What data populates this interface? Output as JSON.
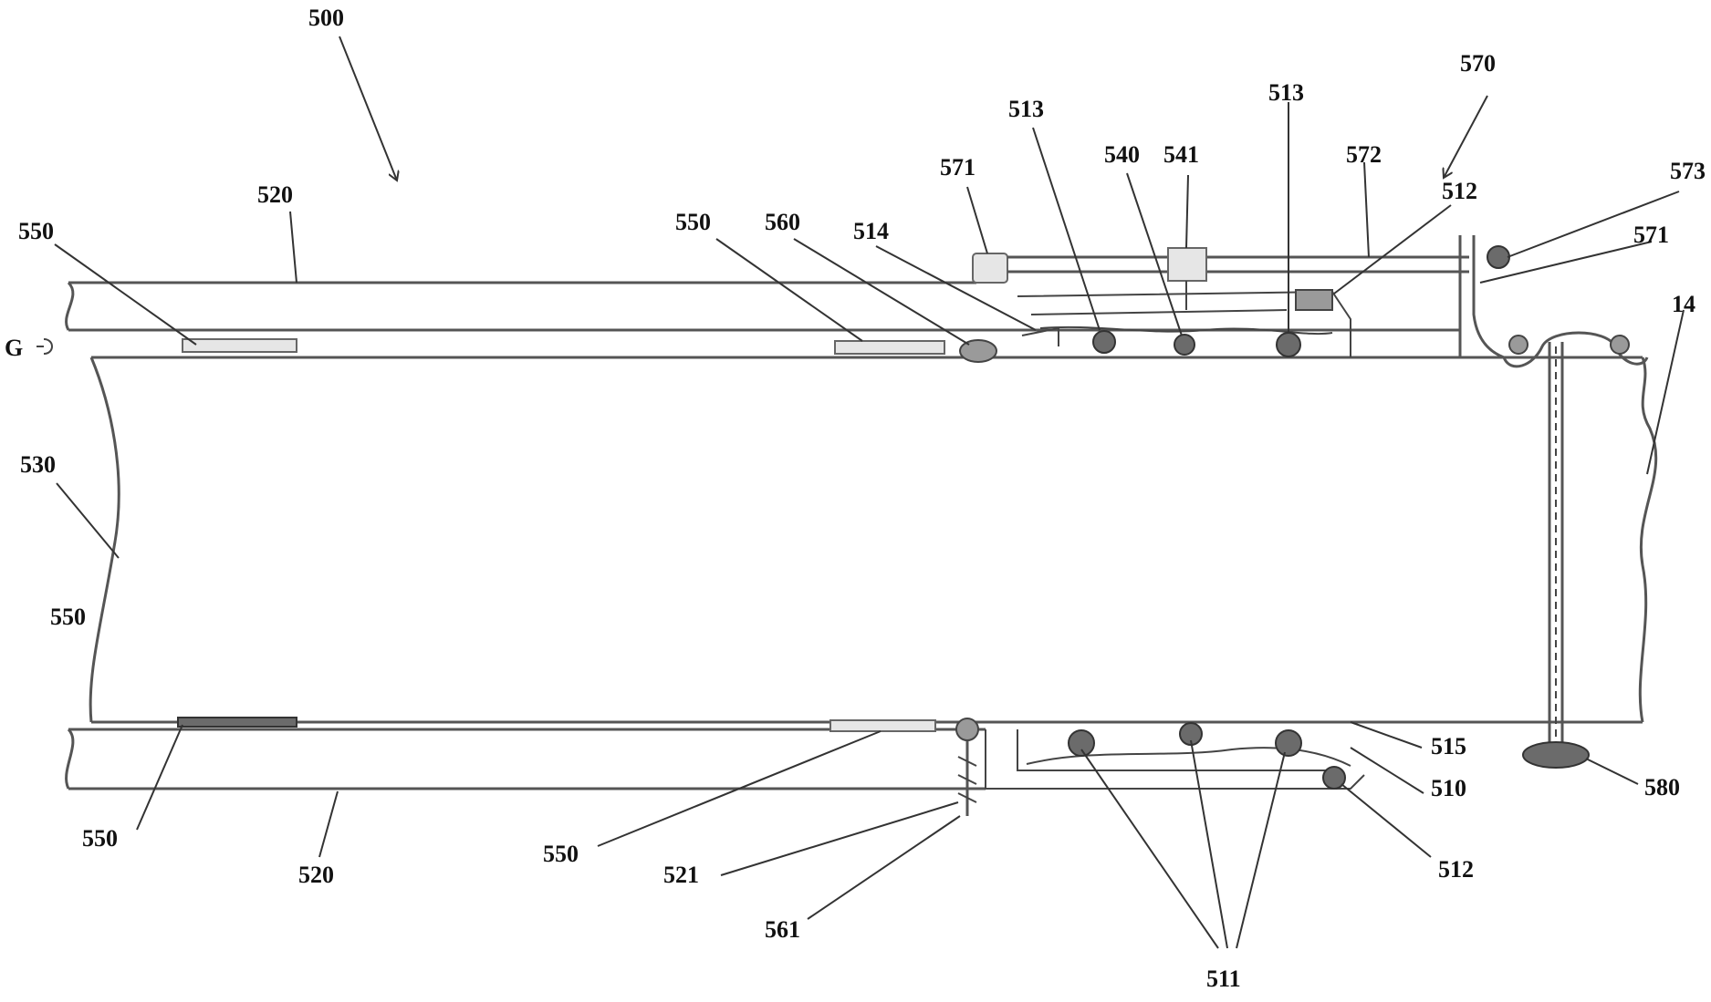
{
  "labels": {
    "l500": "500",
    "l520_top": "520",
    "l550_tl": "550",
    "l_g": "G",
    "l530": "530",
    "l550_left": "550",
    "l550_bl": "550",
    "l520_bot": "520",
    "l550_bmid": "550",
    "l521": "521",
    "l561": "561",
    "l511": "511",
    "l512_bot": "512",
    "l510": "510",
    "l515": "515",
    "l580": "580",
    "l14": "14",
    "l571_right": "571",
    "l573": "573",
    "l570": "570",
    "l512_top": "512",
    "l572": "572",
    "l513_right": "513",
    "l541": "541",
    "l540": "540",
    "l513_left": "513",
    "l571_left": "571",
    "l514": "514",
    "l560": "560",
    "l550_tmid": "550"
  }
}
